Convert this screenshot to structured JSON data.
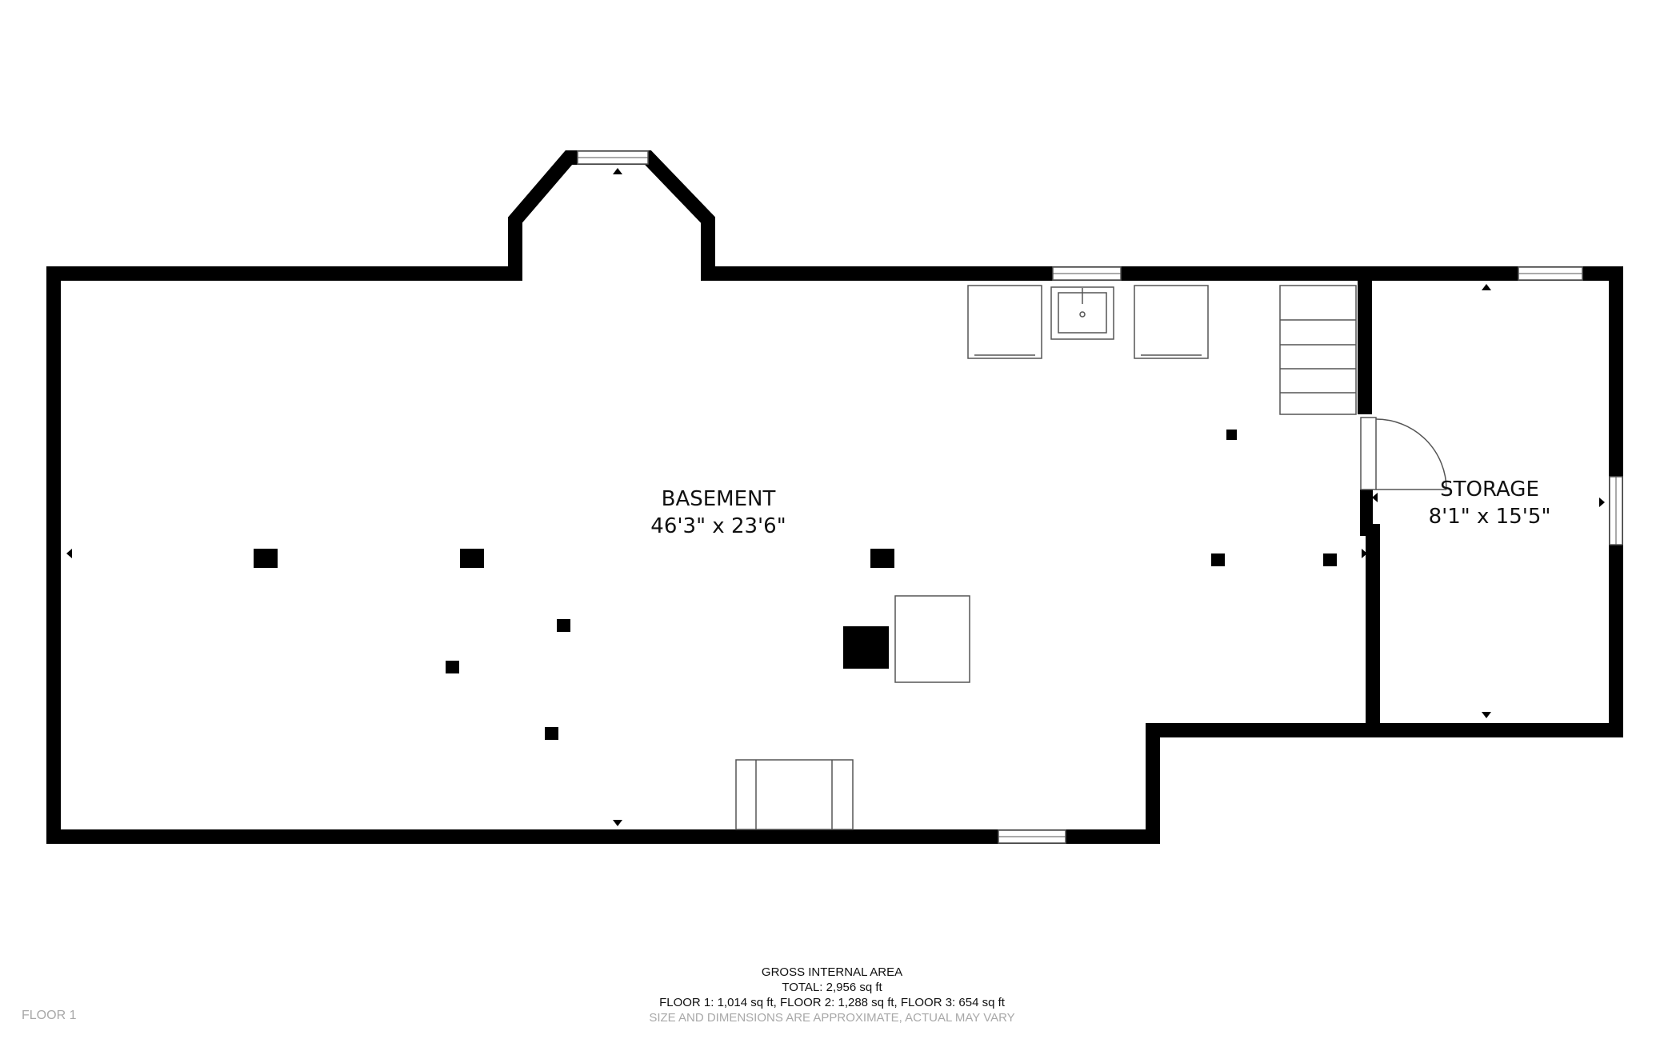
{
  "rooms": {
    "basement": {
      "name": "BASEMENT",
      "dimensions": "46'3\" x 23'6\""
    },
    "storage": {
      "name": "STORAGE",
      "dimensions": "8'1\" x 15'5\""
    }
  },
  "footer": {
    "heading": "GROSS INTERNAL AREA",
    "total": "TOTAL: 2,956 sq ft",
    "floors": "FLOOR 1: 1,014 sq ft, FLOOR 2: 1,288 sq ft, FLOOR 3: 654 sq ft",
    "disclaimer": "SIZE AND DIMENSIONS ARE APPROXIMATE, ACTUAL MAY VARY"
  },
  "floor_label": "FLOOR 1",
  "colors": {
    "wall": "#000000",
    "fixture_stroke": "#555555",
    "footer_gray": "#a8a8a8"
  }
}
